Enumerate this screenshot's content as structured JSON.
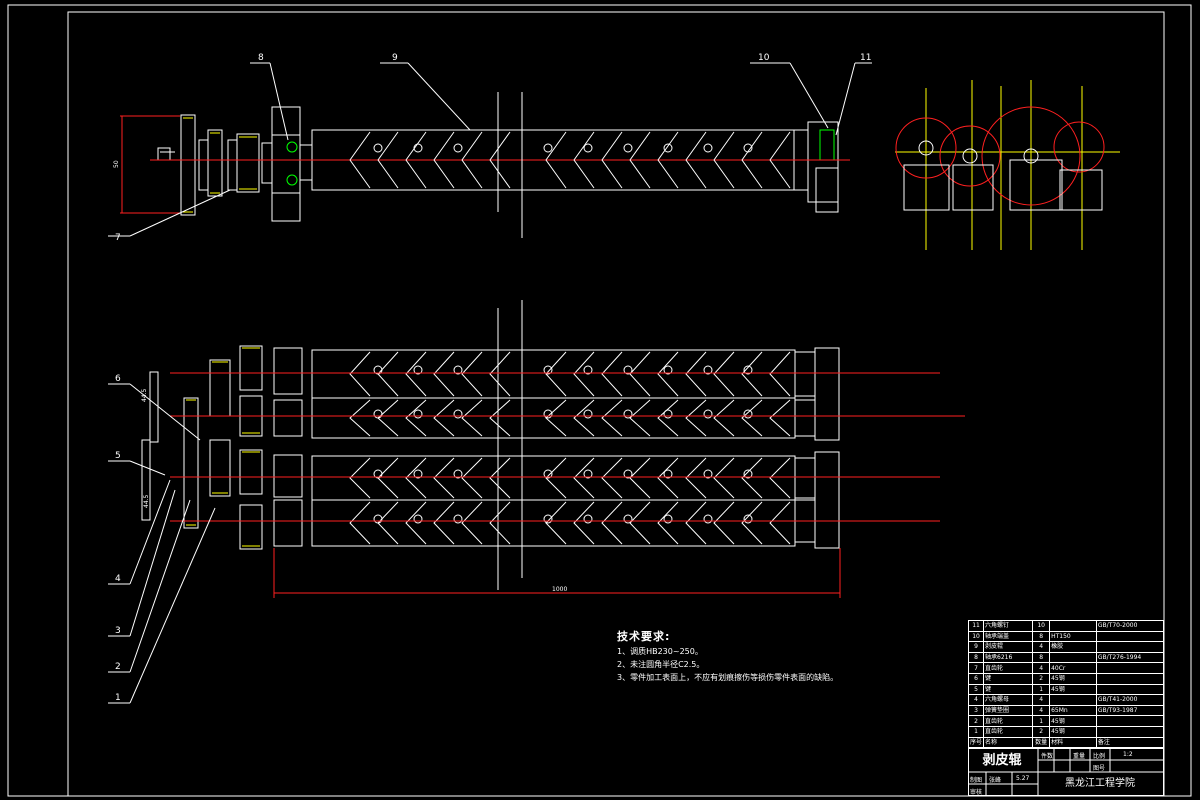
{
  "callouts": [
    "8",
    "9",
    "10",
    "11",
    "7",
    "6",
    "5",
    "4",
    "3",
    "2",
    "1"
  ],
  "dims": {
    "vertical_top": "50",
    "horizontal": "1000",
    "left_a": "44.5",
    "left_b": "44.5"
  },
  "notes": {
    "title": "技术要求:",
    "items": [
      "1、调质HB230~250。",
      "2、未注圆角半径C2.5。",
      "3、零件加工表面上，不应有划痕擦伤等损伤零件表面的缺陷。"
    ]
  },
  "bom": {
    "rows": [
      {
        "no": "11",
        "name": "六角螺钉",
        "qty": "10",
        "material": "",
        "standard": "GB/T70-2000"
      },
      {
        "no": "10",
        "name": "轴承端盖",
        "qty": "8",
        "material": "HT150",
        "standard": ""
      },
      {
        "no": "9",
        "name": "剥皮辊",
        "qty": "4",
        "material": "橡胶",
        "standard": ""
      },
      {
        "no": "8",
        "name": "轴承6216",
        "qty": "8",
        "material": "",
        "standard": "GB/T276-1994"
      },
      {
        "no": "7",
        "name": "直齿轮",
        "qty": "4",
        "material": "40Cr",
        "standard": ""
      },
      {
        "no": "6",
        "name": "键",
        "qty": "2",
        "material": "45钢",
        "standard": ""
      },
      {
        "no": "5",
        "name": "键",
        "qty": "1",
        "material": "45钢",
        "standard": ""
      },
      {
        "no": "4",
        "name": "六角螺母",
        "qty": "4",
        "material": "",
        "standard": "GB/T41-2000"
      },
      {
        "no": "3",
        "name": "弹簧垫圈",
        "qty": "4",
        "material": "65Mn",
        "standard": "GB/T93-1987"
      },
      {
        "no": "2",
        "name": "直齿轮",
        "qty": "1",
        "material": "45钢",
        "standard": ""
      },
      {
        "no": "1",
        "name": "直齿轮",
        "qty": "2",
        "material": "45钢",
        "standard": ""
      }
    ],
    "header": {
      "no": "序号",
      "name": "名称",
      "qty": "数量",
      "material": "材料",
      "standard": "备注"
    }
  },
  "title_block": {
    "drawing_name": "剥皮辊",
    "label_qty": "件数",
    "label_weight": "重量",
    "label_scale": "比例",
    "scale_value": "1:2",
    "label_sheet": "图号",
    "label_drawn": "制图",
    "drawn_by": "张峰",
    "date": "5.27",
    "label_check": "审核",
    "school": "黑龙江工程学院"
  },
  "colors": {
    "line": "#ffffff",
    "center": "#ff2020",
    "dim": "#ff2020",
    "gear": "#ffff00",
    "hidden": "#00ff00"
  }
}
